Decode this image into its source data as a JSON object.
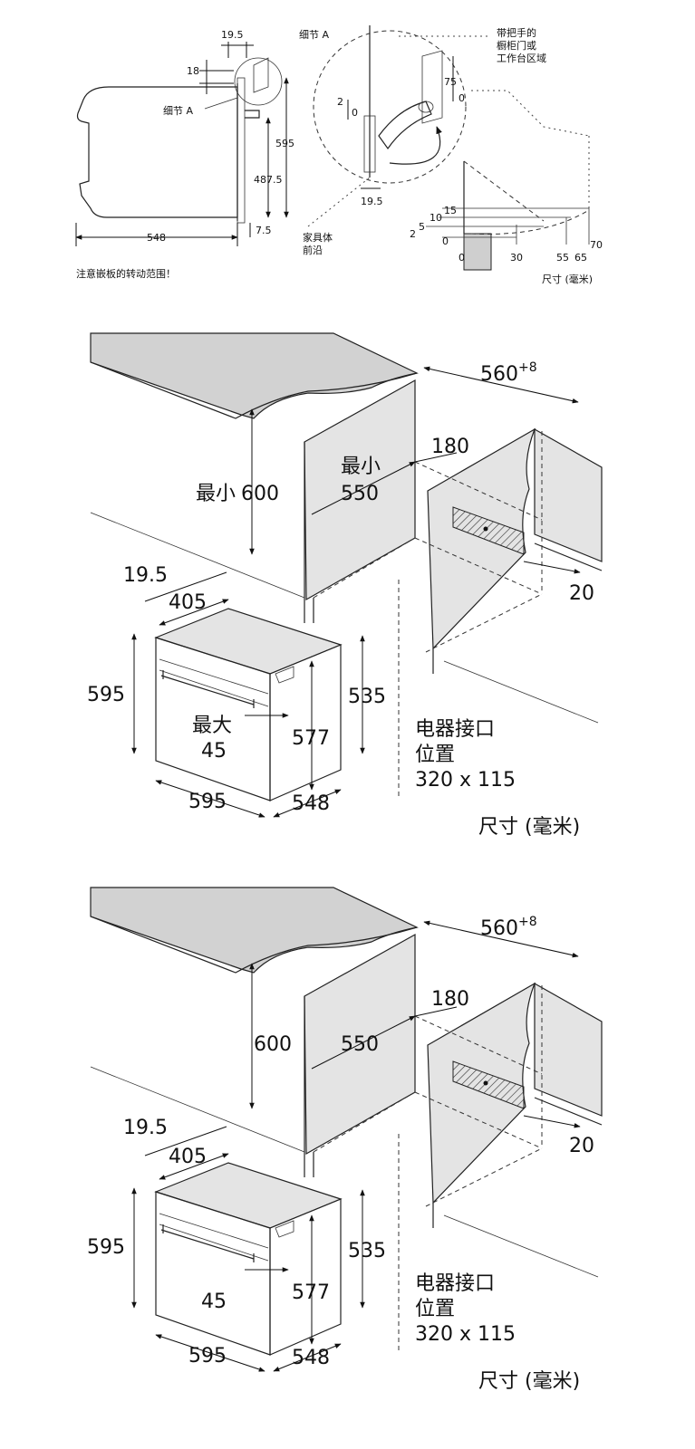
{
  "panel_top": {
    "dims": {
      "d19_5": "19.5",
      "d18": "18",
      "d595": "595",
      "d487_5": "487.5",
      "d7_5": "7.5",
      "d548": "548",
      "detail_a_ref": "细节 A",
      "detail_a_title": "细节 A",
      "d75": "75",
      "d0_right": "0",
      "d2": "2",
      "d0_left": "0",
      "d19_5_b": "19.5",
      "d15": "15",
      "d10": "10",
      "d5": "5",
      "d2_b": "2",
      "d0_b": "0",
      "d0_c": "0",
      "d30": "30",
      "d55": "55",
      "d65": "65",
      "d70": "70"
    },
    "note_door_line1": "带把手的",
    "note_door_line2": "橱柜门或",
    "note_door_line3": "工作台区域",
    "note_front_line1": "家具体",
    "note_front_line2": "前沿",
    "warning": "注意嵌板的转动范围！",
    "unit": "尺寸 (毫米)"
  },
  "panel_mid": {
    "w560": "560",
    "w560_sup": "+8",
    "min600_prefix": "最小",
    "h600": "600",
    "min550_prefix": "最小",
    "d550": "550",
    "d180": "180",
    "d20": "20",
    "d19_5": "19.5",
    "d405": "405",
    "h595": "595",
    "max_prefix": "最大",
    "d45": "45",
    "h577": "577",
    "h535": "535",
    "w595": "595",
    "d548": "548",
    "conn_line1": "电器接口",
    "conn_line2": "位置",
    "conn_size": "320 x 115",
    "unit": "尺寸 (毫米)"
  },
  "panel_bot": {
    "w560": "560",
    "w560_sup": "+8",
    "h600": "600",
    "d550": "550",
    "d180": "180",
    "d20": "20",
    "d19_5": "19.5",
    "d405": "405",
    "h595": "595",
    "d45": "45",
    "h577": "577",
    "h535": "535",
    "w595": "595",
    "d548": "548",
    "conn_line1": "电器接口",
    "conn_line2": "位置",
    "conn_size": "320 x 115",
    "unit": "尺寸 (毫米)"
  }
}
